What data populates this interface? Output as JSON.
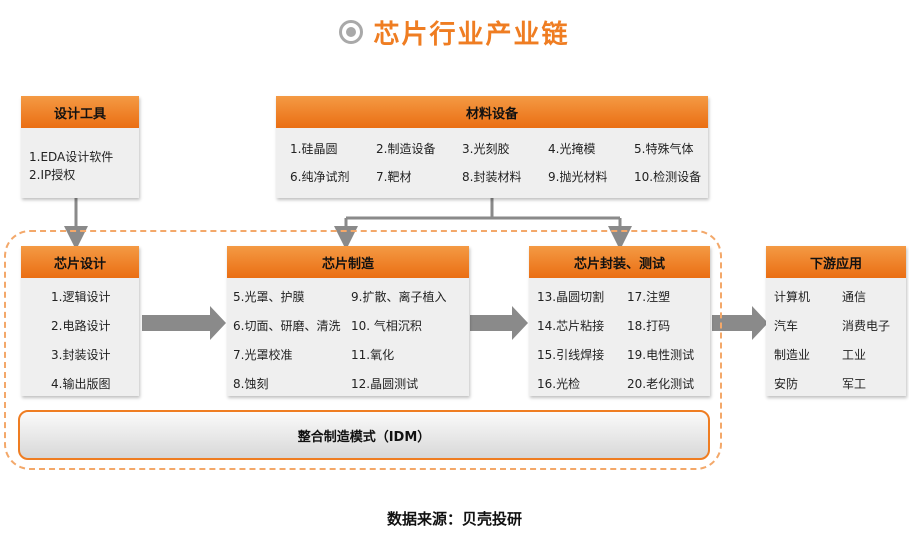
{
  "title": "芯片行业产业链",
  "design_tools": {
    "title": "设计工具",
    "items": [
      "1.EDA设计软件",
      "2.IP授权"
    ]
  },
  "materials": {
    "title": "材料设备",
    "items": [
      "1.硅晶圆",
      "2.制造设备",
      "3.光刻胶",
      "4.光掩模",
      "5.特殊气体",
      "6.纯净试剂",
      "7.靶材",
      "8.封装材料",
      "9.抛光材料",
      "10.检测设备"
    ]
  },
  "chip_design": {
    "title": "芯片设计",
    "items": [
      "1.逻辑设计",
      "2.电路设计",
      "3.封装设计",
      "4.输出版图"
    ]
  },
  "chip_manufacturing": {
    "title": "芯片制造",
    "items": [
      "5.光罩、护膜",
      "9.扩散、离子植入",
      "6.切面、研磨、清洗",
      "10. 气相沉积",
      "7.光罩校准",
      "11.氧化",
      "8.蚀刻",
      "12.晶圆测试"
    ]
  },
  "packaging_testing": {
    "title": "芯片封装、测试",
    "items": [
      "13.晶圆切割",
      "17.注塑",
      "14.芯片粘接",
      "18.打码",
      "15.引线焊接",
      "19.电性测试",
      "16.光检",
      "20.老化测试"
    ]
  },
  "downstream": {
    "title": "下游应用",
    "items": [
      "计算机",
      "通信",
      "汽车",
      "消费电子",
      "制造业",
      "工业",
      "安防",
      "军工"
    ]
  },
  "idm_label": "整合制造模式（IDM）",
  "source": "数据来源：贝壳投研",
  "colors": {
    "accent": "#ef7d22",
    "box_bg": "#efefef",
    "arrow": "#8a8a8a",
    "dashed_border": "#f3a86a"
  }
}
